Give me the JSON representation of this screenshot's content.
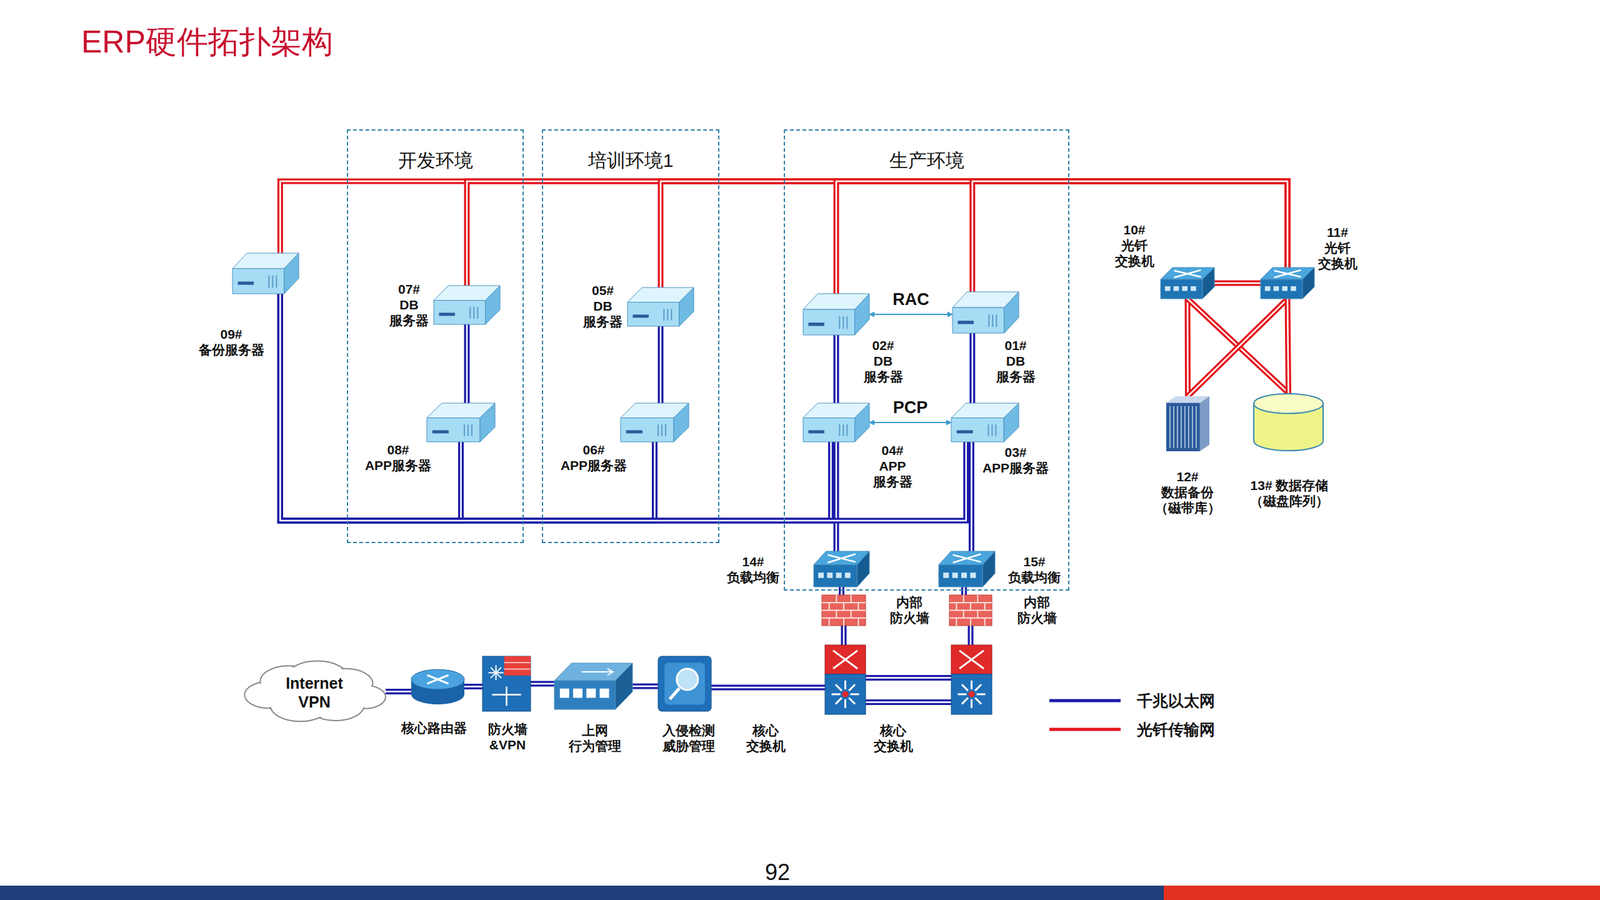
{
  "diagram": {
    "title": "ERP硬件拓扑架构",
    "nodes": [
      {
        "text": [
          "开发环境"
        ]
      },
      {
        "text": [
          "07# DB 服务器"
        ],
        "in": 0
      },
      {
        "text": [
          "08# APP服务器"
        ],
        "in": 0
      },
      {
        "text": [
          "培训环境1"
        ]
      },
      {
        "text": [
          "05# DB 服务器"
        ],
        "in": 3
      },
      {
        "text": [
          "06# APP服务器"
        ],
        "in": 3
      },
      {
        "text": [
          "生产环境"
        ]
      },
      {
        "text": [
          "02# DB 服务器"
        ],
        "in": 6
      },
      {
        "text": [
          "01# DB 服务器"
        ],
        "in": 6
      },
      {
        "text": [
          "04# APP 服务器"
        ],
        "in": 6
      },
      {
        "text": [
          "03# APP服务器"
        ],
        "in": 6
      },
      {
        "text": [
          "14# 负载均衡"
        ],
        "in": 6
      },
      {
        "text": [
          "15# 负载均衡"
        ],
        "in": 6
      },
      {
        "text": [
          "09# 备份服务器"
        ]
      },
      {
        "text": [
          "10# 光钎 交换机"
        ]
      },
      {
        "text": [
          "11# 光钎 交换机"
        ]
      },
      {
        "text": [
          "12# 数据备份 （磁带库）"
        ]
      },
      {
        "text": [
          "13# 数据存储 （磁盘阵列）"
        ]
      },
      {
        "text": [
          "内部 防火墙"
        ]
      },
      {
        "text": [
          "内部 防火墙"
        ]
      },
      {
        "text": [
          "Internet VPN"
        ]
      },
      {
        "text": [
          "核心路由器"
        ]
      },
      {
        "text": [
          "防火墙 &VPN"
        ]
      },
      {
        "text": [
          "上网 行为管理"
        ]
      },
      {
        "text": [
          "入侵检测 威胁管理"
        ]
      },
      {
        "text": [
          "核心 交换机"
        ]
      },
      {
        "text": [
          "核心 交换机"
        ]
      }
    ],
    "edges": [
      {
        "from": 1,
        "to": 2,
        "arrow": "none"
      },
      {
        "from": 4,
        "to": 5,
        "arrow": "none"
      },
      {
        "from": 7,
        "to": 8,
        "label": "RAC",
        "arrow": "both"
      },
      {
        "from": 9,
        "to": 10,
        "label": "PCP",
        "arrow": "both"
      },
      {
        "from": 7,
        "to": 9,
        "arrow": "none"
      },
      {
        "from": 8,
        "to": 10,
        "arrow": "none"
      },
      {
        "from": 9,
        "to": 11,
        "arrow": "none"
      },
      {
        "from": 10,
        "to": 12,
        "arrow": "none"
      },
      {
        "from": 11,
        "to": 18,
        "arrow": "none"
      },
      {
        "from": 12,
        "to": 19,
        "arrow": "none"
      },
      {
        "from": 18,
        "to": 25,
        "arrow": "none"
      },
      {
        "from": 19,
        "to": 26,
        "arrow": "none"
      },
      {
        "from": 25,
        "to": 26,
        "arrow": "none"
      },
      {
        "from": 25,
        "to": 26,
        "arrow": "none"
      },
      {
        "from": 20,
        "to": 21,
        "arrow": "none"
      },
      {
        "from": 21,
        "to": 22,
        "arrow": "none"
      },
      {
        "from": 22,
        "to": 23,
        "arrow": "none"
      },
      {
        "from": 23,
        "to": 24,
        "arrow": "none"
      },
      {
        "from": 24,
        "to": 25,
        "arrow": "none"
      },
      {
        "from": 13,
        "to": 2,
        "arrow": "none"
      },
      {
        "from": 13,
        "to": 5,
        "arrow": "none"
      },
      {
        "from": 13,
        "to": 9,
        "arrow": "none"
      },
      {
        "from": 13,
        "to": 10,
        "arrow": "none"
      },
      {
        "from": 13,
        "to": 15,
        "arrow": "none"
      },
      {
        "from": 1,
        "to": 15,
        "arrow": "none"
      },
      {
        "from": 4,
        "to": 15,
        "arrow": "none"
      },
      {
        "from": 7,
        "to": 15,
        "arrow": "none"
      },
      {
        "from": 8,
        "to": 15,
        "arrow": "none"
      },
      {
        "from": 14,
        "to": 15,
        "arrow": "none"
      },
      {
        "from": 14,
        "to": 16,
        "arrow": "none"
      },
      {
        "from": 14,
        "to": 17,
        "arrow": "none"
      },
      {
        "from": 15,
        "to": 16,
        "arrow": "none"
      },
      {
        "from": 15,
        "to": 17,
        "arrow": "none"
      }
    ],
    "labels": [
      "92"
    ],
    "legend": [
      {
        "text": "千兆以太网"
      },
      {
        "text": "光钎传输网"
      }
    ]
  }
}
